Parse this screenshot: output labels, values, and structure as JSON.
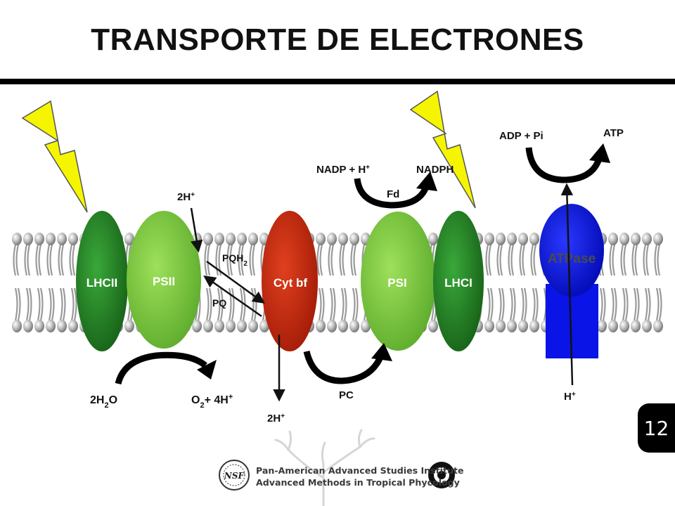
{
  "title": "TRANSPORTE DE ELECTRONES",
  "complexes": {
    "lhcii": "LHCII",
    "psii": "PSII",
    "cytbf": "Cyt bf",
    "psi": "PSI",
    "lhci": "LHCI",
    "atpase": "ATPase"
  },
  "labels": {
    "psii_proton": [
      "2H",
      "+"
    ],
    "pqh2": [
      "PQH",
      "2"
    ],
    "pq": "PQ",
    "water": [
      "2H",
      "2",
      "O"
    ],
    "oxygen": [
      "O",
      "2",
      "+ 4H",
      "+"
    ],
    "cytbf_proton": [
      "2H",
      "+"
    ],
    "pc": "PC",
    "nadp": [
      "NADP + H",
      "+"
    ],
    "nadph": "NADPH",
    "fd": "Fd",
    "adp": "ADP + Pi",
    "atp": "ATP",
    "atpase_proton": [
      "H",
      "+"
    ]
  },
  "colors": {
    "lhc": "#1e7f1e",
    "ps": "#7ccb3c",
    "cytbf": "#c8260e",
    "atpase": "#0a14e6",
    "bolt": "#f5f500",
    "lipid": "#9a9a9a"
  },
  "icons": [
    "lightning-bolt-icon",
    "nsf-logo-icon",
    "institute-logo-icon"
  ],
  "page_number": "12",
  "footer": {
    "line1": "Pan-American Advanced Studies Institute",
    "line2": "Advanced Methods in Tropical Phycology"
  }
}
